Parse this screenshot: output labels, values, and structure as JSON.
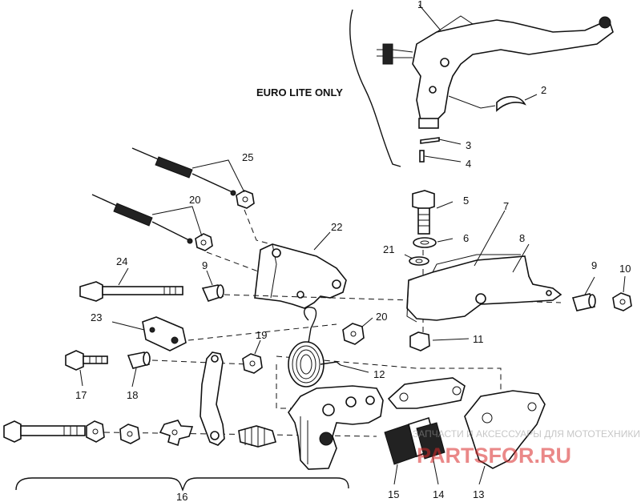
{
  "note": "EURO LITE ONLY",
  "labels": [
    "1",
    "2",
    "3",
    "4",
    "5",
    "6",
    "7",
    "8",
    "9",
    "9",
    "10",
    "11",
    "12",
    "13",
    "14",
    "15",
    "16",
    "17",
    "18",
    "19",
    "20",
    "20",
    "21",
    "22",
    "23",
    "24",
    "25"
  ],
  "watermark": {
    "line1": "ЗАПЧАСТИ И АКСЕССУАРЫ ДЛЯ МОТОТЕХНИКИ",
    "line2": "PARTSFOR.RU"
  },
  "colors": {
    "ink": "#111111",
    "watermark_red": "#d92828"
  }
}
